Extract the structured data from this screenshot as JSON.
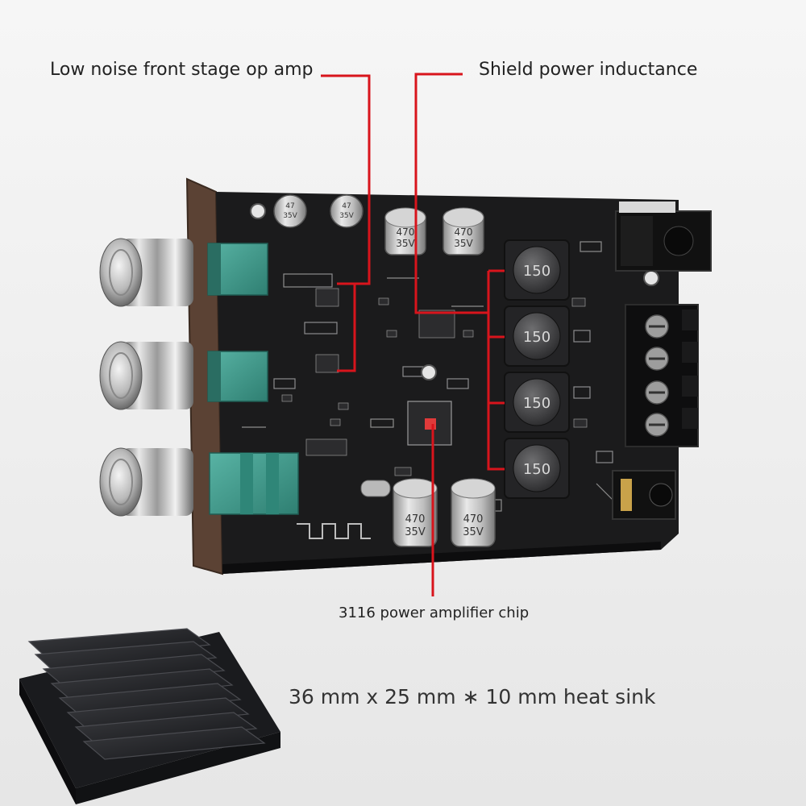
{
  "labels": {
    "op_amp": "Low noise front stage op amp",
    "inductance": "Shield power inductance",
    "chip": "3116 power amplifier chip",
    "heat_sink": "36 mm x 25 mm ∗ 10 mm heat sink"
  },
  "board_markings": {
    "cap_small_1": [
      "47",
      "35V"
    ],
    "cap_small_2": [
      "47",
      "35V"
    ],
    "cap_top_left": [
      "470",
      "35V"
    ],
    "cap_top_right": [
      "470",
      "35V"
    ],
    "cap_bottom_left": [
      "470",
      "35V"
    ],
    "cap_bottom_right": [
      "470",
      "35V"
    ],
    "inductor": "150"
  },
  "colors": {
    "pcb": "#1b1b1c",
    "callout_line": "#d8141c",
    "potentiometer": "#3f9a8c",
    "knob_metal": "#c9c9c9",
    "heat_sink": "#1e1f22"
  }
}
